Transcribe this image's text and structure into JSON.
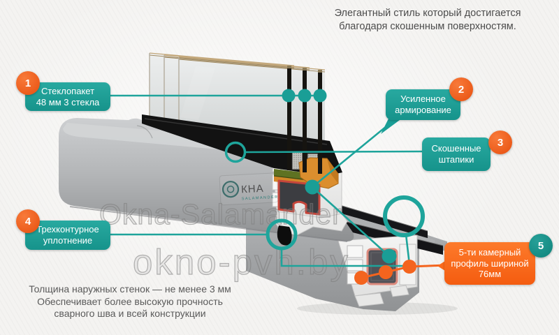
{
  "top_note": {
    "line1": "Элегантный стиль который достигается",
    "line2": "благодаря скошенным поверхностям."
  },
  "bottom_note": {
    "line1": "Толщина наружных стенок — не менее 3 мм",
    "line2": "Обеспечивает более высокую прочность",
    "line3": "сварного шва и всей конструкции"
  },
  "watermarks": {
    "primary": "Okna-Salamander",
    "secondary": "okno-pvh.by"
  },
  "profile_stamp": {
    "text": "КНА",
    "subtext": "SALAMANDER"
  },
  "callouts": [
    {
      "number": "1",
      "lines": [
        "Стеклопакет",
        "48 мм 3 стекла"
      ],
      "color": "teal"
    },
    {
      "number": "2",
      "lines": [
        "Усиленное",
        "армирование"
      ],
      "color": "teal"
    },
    {
      "number": "3",
      "lines": [
        "Скошенные",
        "штапики"
      ],
      "color": "teal"
    },
    {
      "number": "4",
      "lines": [
        "Трехконтурное",
        "уплотнение"
      ],
      "color": "teal"
    },
    {
      "number": "5",
      "lines": [
        "5-ти камерный",
        "профиль шириной",
        "76мм"
      ],
      "color": "orange"
    }
  ],
  "colors": {
    "teal_box": "#1CA198",
    "orange_badge": "#F1582B",
    "orange_box": "#FB6A1C",
    "leader_teal": "#1EA49B",
    "leader_orange": "#F4641E"
  }
}
